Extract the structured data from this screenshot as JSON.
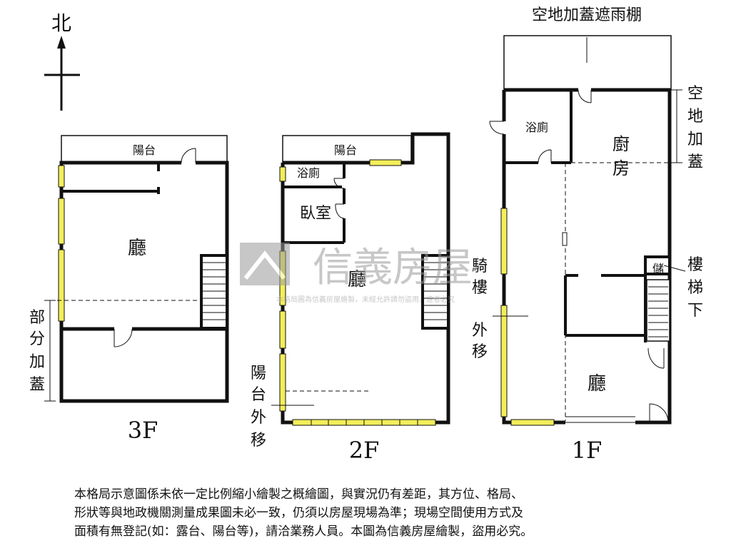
{
  "compass": {
    "north": "北"
  },
  "floors": {
    "f3": {
      "label": "3F",
      "balcony": "陽台",
      "hall": "廳",
      "extension": [
        "部",
        "分",
        "加",
        "蓋"
      ]
    },
    "f2": {
      "label": "2F",
      "balcony": "陽台",
      "bath": "浴廁",
      "bedroom": "臥室",
      "hall": "廳",
      "balcony_moved": [
        "陽",
        "台",
        "外",
        "移"
      ]
    },
    "f1": {
      "label": "1F",
      "canopy": "空地加蓋遮雨棚",
      "bath": "浴廁",
      "kitchen": [
        "廚",
        "房"
      ],
      "storage": "儲",
      "hall": "廳",
      "arcade_moved": [
        "騎",
        "樓",
        "外",
        "移"
      ],
      "open_space_extension": [
        "空",
        "地",
        "加",
        "蓋"
      ],
      "under_stairs": [
        "樓",
        "梯",
        "下"
      ]
    }
  },
  "watermark": {
    "brand": "信義房屋",
    "caption": "本格局圖為信義房屋繪製，未經允許請勿盜用，違者必究"
  },
  "disclaimer": [
    "本格局示意圖係未依一定比例縮小繪製之概繪圖，與實況仍有差距，其方位、格局、",
    "形狀等與地政機關測量成果圖未必一致，仍須以房屋現場為準；現場空間使用方式及",
    "面積有無登記(如：露台、陽台等)，請洽業務人員。本圖為信義房屋繪製，盜用必究。"
  ],
  "colors": {
    "wall": "#111111",
    "window": "#f3ee5a",
    "watermark": "#9a9a9a"
  }
}
